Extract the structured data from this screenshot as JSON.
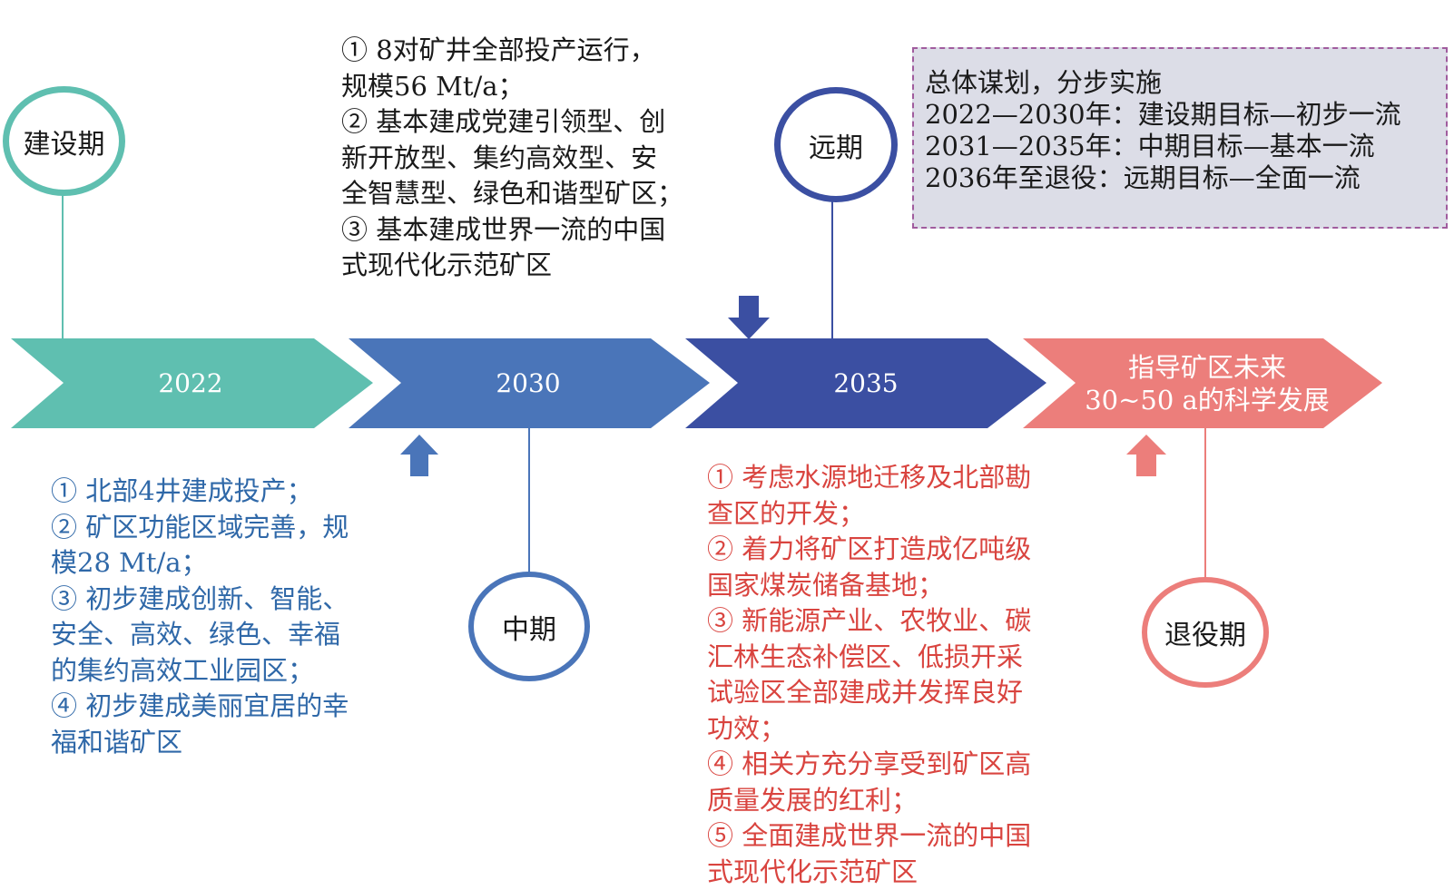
{
  "colors": {
    "teal": "#5fbfb0",
    "blue": "#4a75b9",
    "navy": "#3b4fa2",
    "salmon": "#ec7e7b",
    "text_blue": "#2f68a8",
    "text_red": "#d9443f",
    "text_dark": "#1a1a1a"
  },
  "timeline": [
    {
      "label": "2022"
    },
    {
      "label": "2030"
    },
    {
      "label": "2035"
    },
    {
      "label_lines": [
        "指导矿区未来",
        "30~50 a的科学发展"
      ]
    }
  ],
  "phases": {
    "construction": "建设期",
    "mid": "中期",
    "long": "远期",
    "retirement": "退役期"
  },
  "blocks": {
    "construction_lines": [
      "① 北部4井建成投产；",
      "② 矿区功能区域完善，规",
      "模28 Mt/a；",
      "③ 初步建成创新、智能、",
      "安全、高效、绿色、幸福",
      "的集约高效工业园区；",
      "④ 初步建成美丽宜居的幸",
      "福和谐矿区"
    ],
    "mid_lines": [
      "① 8对矿井全部投产运行，",
      "规模56 Mt/a；",
      "② 基本建成党建引领型、创",
      "新开放型、集约高效型、安",
      "全智慧型、绿色和谐型矿区；",
      "③ 基本建成世界一流的中国",
      "式现代化示范矿区"
    ],
    "long_lines": [
      "① 考虑水源地迁移及北部勘",
      "查区的开发；",
      "② 着力将矿区打造成亿吨级",
      "国家煤炭储备基地；",
      "③ 新能源产业、农牧业、碳",
      "汇林生态补偿区、低损开采",
      "试验区全部建成并发挥良好",
      "功效；",
      "④ 相关方充分享受到矿区高",
      "质量发展的红利；",
      "⑤ 全面建成世界一流的中国",
      "式现代化示范矿区"
    ]
  },
  "summary_lines": [
    "总体谋划，分步实施",
    "2022—2030年：建设期目标—初步一流",
    "2031—2035年：中期目标—基本一流",
    "2036年至退役：远期目标—全面一流"
  ]
}
